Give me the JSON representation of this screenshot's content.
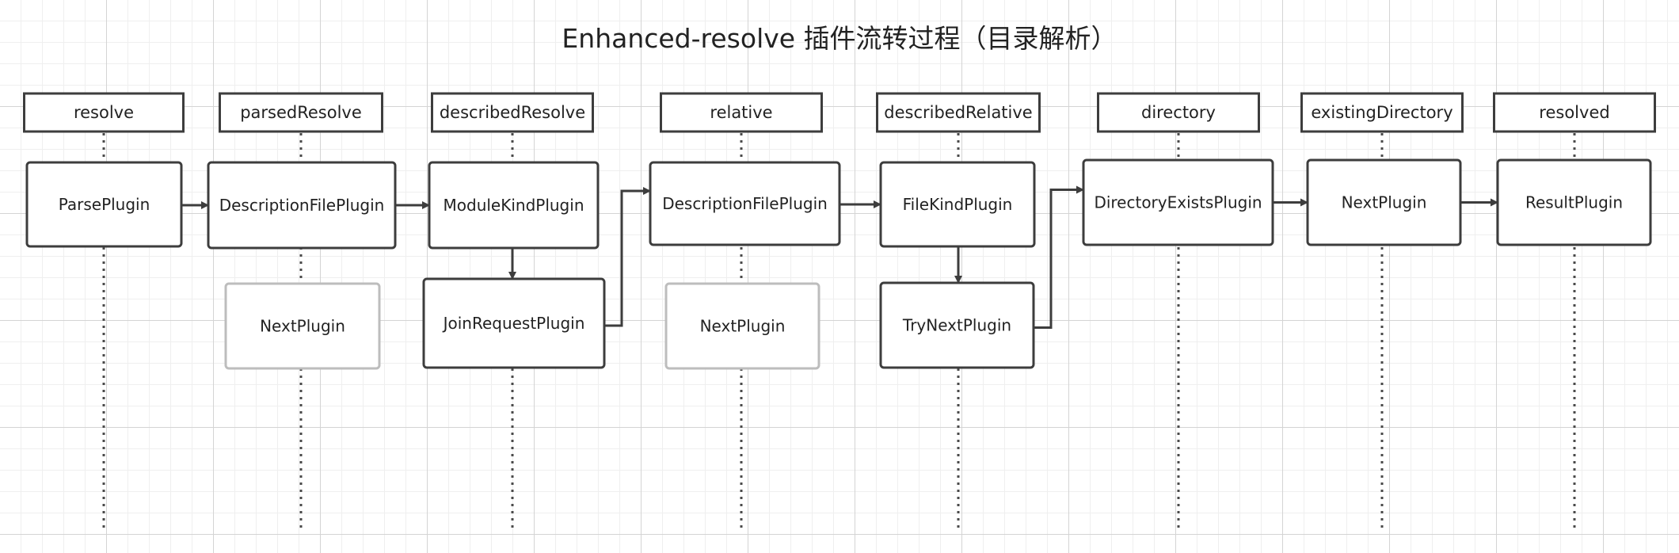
{
  "title": "Enhanced-resolve 插件流转过程（目录解析）",
  "colors": {
    "stroke": "#3d3d3d",
    "faded_stroke": "#bdbdbd",
    "text": "#222222",
    "grid": "#d4d4d4"
  },
  "hooks": [
    {
      "id": "resolve",
      "label": "resolve"
    },
    {
      "id": "parsedResolve",
      "label": "parsedResolve"
    },
    {
      "id": "describedResolve",
      "label": "describedResolve"
    },
    {
      "id": "relative",
      "label": "relative"
    },
    {
      "id": "describedRelative",
      "label": "describedRelative"
    },
    {
      "id": "directory",
      "label": "directory"
    },
    {
      "id": "existingDirectory",
      "label": "existingDirectory"
    },
    {
      "id": "resolved",
      "label": "resolved"
    }
  ],
  "plugins": [
    {
      "id": "parse",
      "label": "ParsePlugin",
      "hook": "resolve",
      "row": 1,
      "faded": false
    },
    {
      "id": "desc1",
      "label": "DescriptionFilePlugin",
      "hook": "parsedResolve",
      "row": 1,
      "faded": false
    },
    {
      "id": "next1",
      "label": "NextPlugin",
      "hook": "parsedResolve",
      "row": 2,
      "faded": true
    },
    {
      "id": "modkind",
      "label": "ModuleKindPlugin",
      "hook": "describedResolve",
      "row": 1,
      "faded": false
    },
    {
      "id": "join",
      "label": "JoinRequestPlugin",
      "hook": "describedResolve",
      "row": 2,
      "faded": false
    },
    {
      "id": "desc2",
      "label": "DescriptionFilePlugin",
      "hook": "relative",
      "row": 1,
      "faded": false
    },
    {
      "id": "next2",
      "label": "NextPlugin",
      "hook": "relative",
      "row": 2,
      "faded": true
    },
    {
      "id": "filekind",
      "label": "FileKindPlugin",
      "hook": "describedRelative",
      "row": 1,
      "faded": false
    },
    {
      "id": "trynext",
      "label": "TryNextPlugin",
      "hook": "describedRelative",
      "row": 2,
      "faded": false
    },
    {
      "id": "direxists",
      "label": "DirectoryExistsPlugin",
      "hook": "directory",
      "row": 1,
      "faded": false
    },
    {
      "id": "next3",
      "label": "NextPlugin",
      "hook": "existingDirectory",
      "row": 1,
      "faded": false
    },
    {
      "id": "result",
      "label": "ResultPlugin",
      "hook": "resolved",
      "row": 1,
      "faded": false
    }
  ],
  "flows": [
    {
      "from": "parse",
      "to": "desc1"
    },
    {
      "from": "desc1",
      "to": "modkind"
    },
    {
      "from": "modkind",
      "to": "join"
    },
    {
      "from": "join",
      "to": "desc2"
    },
    {
      "from": "desc2",
      "to": "filekind"
    },
    {
      "from": "filekind",
      "to": "trynext"
    },
    {
      "from": "trynext",
      "to": "direxists"
    },
    {
      "from": "direxists",
      "to": "next3"
    },
    {
      "from": "next3",
      "to": "result"
    }
  ]
}
